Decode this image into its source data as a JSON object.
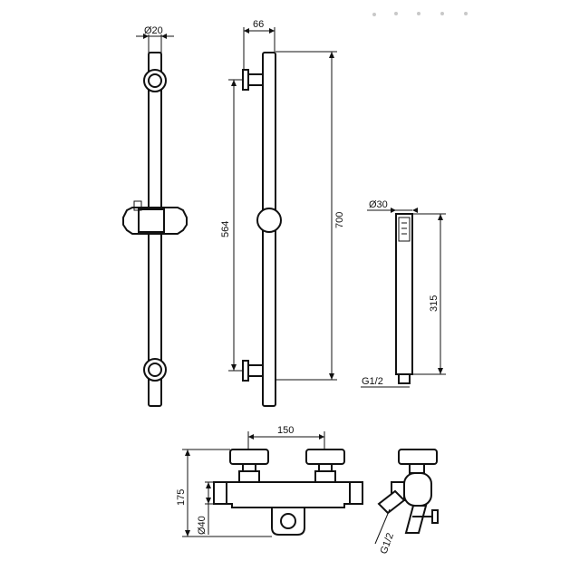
{
  "diagram": {
    "dimensions": {
      "rail_diameter": "Ø20",
      "bracket_depth": "66",
      "bracket_spacing": "564",
      "rail_length": "700",
      "handshower_diameter": "Ø30",
      "handshower_length": "315",
      "handshower_thread": "G1/2",
      "mixer_centres": "150",
      "mixer_height": "175",
      "mixer_body_diameter": "Ø40",
      "outlet_thread": "G1/2"
    }
  }
}
